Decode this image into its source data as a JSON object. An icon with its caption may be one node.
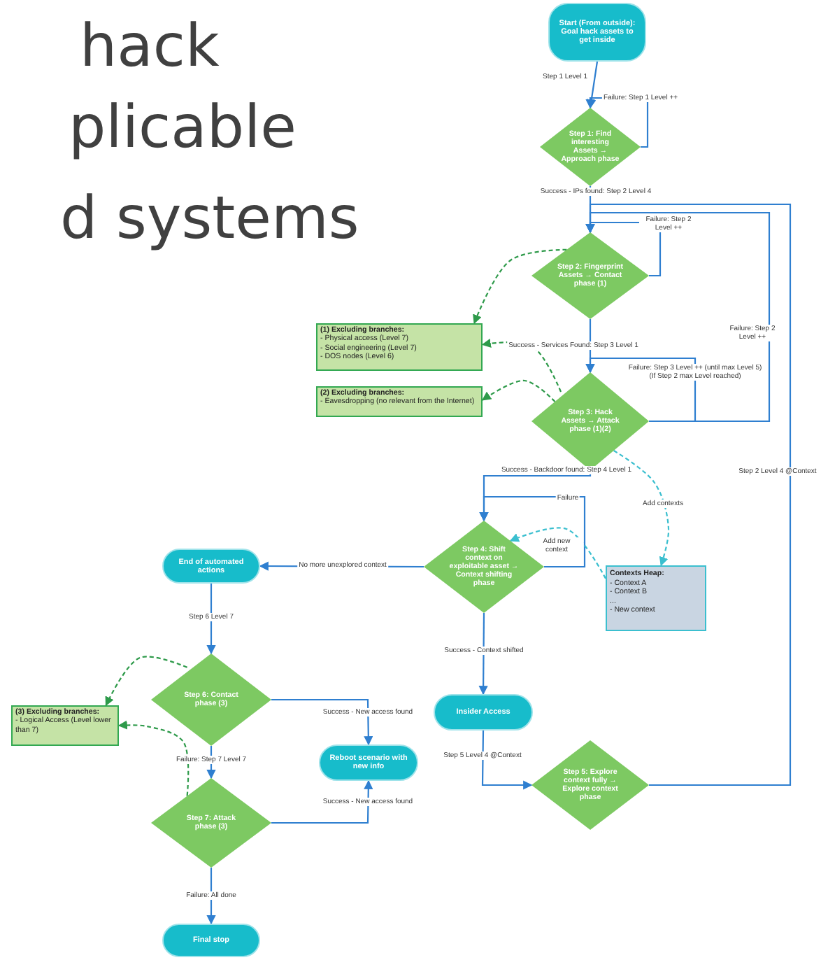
{
  "diagram": {
    "nodes": [
      {
        "text": [
          "Start (From outside): Goal hack assets to get inside"
        ]
      },
      {
        "text": [
          "Step 1: Find interesting Assets → Approach phase"
        ]
      },
      {
        "text": [
          "Step 2: Fingerprint Assets → Contact phase (1)"
        ]
      },
      {
        "text": [
          "(1) Excluding branches:",
          "- Physical access (Level 7)",
          "- Social engineering (Level 7)",
          "- DOS nodes (Level 6)"
        ]
      },
      {
        "text": [
          "(2) Excluding branches:",
          "- Eavesdropping (no relevant from the Internet)"
        ]
      },
      {
        "text": [
          "Step 3: Hack Assets → Attack phase (1)(2)"
        ]
      },
      {
        "text": [
          "Step 4: Shift context on exploitable asset → Context shifting phase"
        ]
      },
      {
        "text": [
          "Contexts Heap:",
          "- Context A",
          "- Context B",
          "...",
          "- New context"
        ]
      },
      {
        "text": [
          "End of automated actions"
        ]
      },
      {
        "text": [
          "Step 6: Contact phase (3)"
        ]
      },
      {
        "text": [
          "(3) Excluding branches:",
          "- Logical Access (Level lower than 7)"
        ]
      },
      {
        "text": [
          "Reboot scenario with new info"
        ]
      },
      {
        "text": [
          "Step 7: Attack phase (3)"
        ]
      },
      {
        "text": [
          "Final stop"
        ]
      },
      {
        "text": [
          "Insider Access"
        ]
      },
      {
        "text": [
          "Step 5: Explore context fully → Explore context phase"
        ]
      }
    ],
    "edges": [
      {
        "from": 0,
        "to": 1,
        "arrow": "to",
        "label": "Step 1 Level 1"
      },
      {
        "from": 1,
        "to": 1,
        "arrow": "to",
        "label": "Failure: Step 1 Level ++"
      },
      {
        "from": 1,
        "to": 2,
        "arrow": "to",
        "label": "Success - IPs found: Step 2 Level 4"
      },
      {
        "from": 2,
        "to": 2,
        "arrow": "to",
        "label": "Failure: Step 2 Level ++"
      },
      {
        "from": 2,
        "to": 3,
        "arrow": "to",
        "style": "dashed",
        "color": "#2e9a4a"
      },
      {
        "from": 2,
        "to": 5,
        "arrow": "to",
        "label": "Success - Services Found: Step 3 Level 1"
      },
      {
        "from": 5,
        "to": 3,
        "arrow": "to",
        "style": "dashed",
        "color": "#2e9a4a"
      },
      {
        "from": 5,
        "to": 4,
        "arrow": "to",
        "style": "dashed",
        "color": "#2e9a4a"
      },
      {
        "from": 5,
        "to": 5,
        "arrow": "to",
        "label": "Failure: Step 3 Level ++ (until max Level 5) (If Step 2 max Level reached)"
      },
      {
        "from": 5,
        "to": 2,
        "arrow": "to",
        "label": "Failure: Step 2 Level ++"
      },
      {
        "from": 5,
        "to": 6,
        "arrow": "to",
        "label": "Success - Backdoor found: Step 4 Level 1"
      },
      {
        "from": 6,
        "to": 6,
        "arrow": "to",
        "label": "Failure"
      },
      {
        "from": 5,
        "to": 7,
        "arrow": "to",
        "style": "dashed",
        "color": "#3bbfcf",
        "label": "Add contexts"
      },
      {
        "from": 7,
        "to": 6,
        "arrow": "to",
        "style": "dashed",
        "color": "#3bbfcf",
        "label": "Add new context"
      },
      {
        "from": 6,
        "to": 8,
        "arrow": "to",
        "label": "No more unexplored context"
      },
      {
        "from": 6,
        "to": 14,
        "arrow": "to",
        "label": "Success - Context shifted"
      },
      {
        "from": 14,
        "to": 15,
        "arrow": "to",
        "label": "Step 5 Level 4 @Context"
      },
      {
        "from": 15,
        "to": 2,
        "arrow": "to",
        "label": "Step 2 Level 4 @Context"
      },
      {
        "from": 8,
        "to": 9,
        "arrow": "to",
        "label": "Step 6 Level 7"
      },
      {
        "from": 9,
        "to": 11,
        "arrow": "to",
        "label": "Success - New access found"
      },
      {
        "from": 9,
        "to": 10,
        "arrow": "to",
        "style": "dashed",
        "color": "#2e9a4a"
      },
      {
        "from": 12,
        "to": 10,
        "arrow": "to",
        "style": "dashed",
        "color": "#2e9a4a"
      },
      {
        "from": 9,
        "to": 12,
        "arrow": "to",
        "label": "Failure: Step 7 Level 7"
      },
      {
        "from": 12,
        "to": 11,
        "arrow": "to",
        "label": "Success - New access found"
      },
      {
        "from": 12,
        "to": 13,
        "arrow": "to",
        "label": "Failure: All done"
      }
    ],
    "labels": [
      "hack",
      "plicable",
      "d systems"
    ]
  }
}
